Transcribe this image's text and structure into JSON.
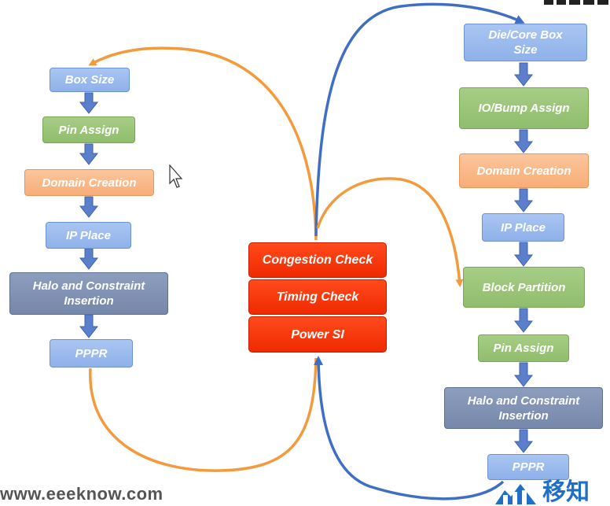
{
  "left_flow": {
    "box_size": "Box Size",
    "pin_assign": "Pin Assign",
    "domain_creation": "Domain Creation",
    "ip_place": "IP Place",
    "halo_constraint": "Halo and Constraint Insertion",
    "pppr": "PPPR"
  },
  "center_checks": {
    "congestion": "Congestion Check",
    "timing": "Timing Check",
    "power": "Power SI"
  },
  "right_flow": {
    "die_core_box": "Die/Core Box Size",
    "io_bump": "IO/Bump Assign",
    "domain_creation": "Domain Creation",
    "ip_place": "IP Place",
    "block_partition": "Block Partition",
    "pin_assign": "Pin Assign",
    "halo_constraint": "Halo and Constraint Insertion",
    "pppr": "PPPR"
  },
  "footer": {
    "website": "www.eeeknow.com",
    "logo_text": "移知"
  },
  "colors": {
    "blue_box": "#8fb1ea",
    "green_box": "#90bd6d",
    "orange_box": "#f8ad78",
    "slate_box": "#7688ab",
    "red_box": "#f02a00",
    "orange_arrow": "#f39a3c",
    "blue_arrow": "#3f6fc4",
    "step_arrow": "#4a72c4"
  },
  "icons": [
    "mouse-cursor-icon",
    "eeeknow-logo-icon"
  ]
}
